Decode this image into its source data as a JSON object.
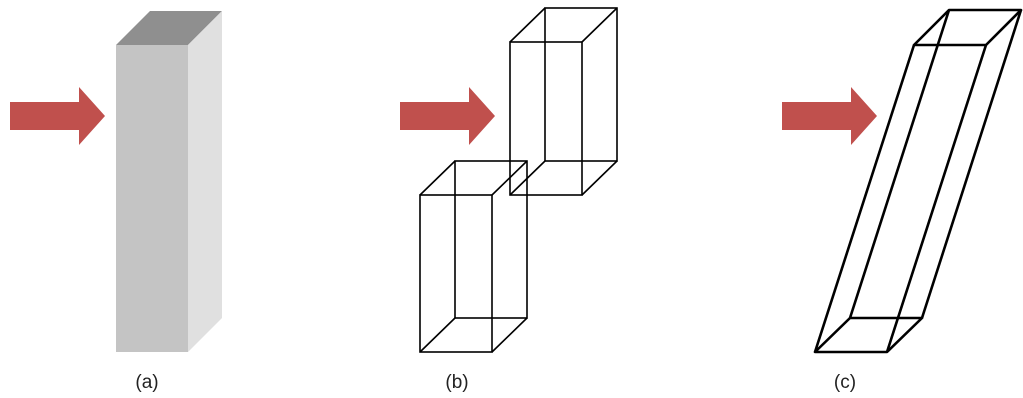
{
  "colors": {
    "arrow": "#c0504d",
    "box_front": "#c4c4c4",
    "box_side": "#e0e0e0",
    "box_top": "#8f8f8f",
    "wireframe": "#000000",
    "background": "#ffffff"
  },
  "panels": [
    {
      "label": "(a)",
      "shape": "solid-shaded-prism"
    },
    {
      "label": "(b)",
      "shape": "two-offset-wireframe-prisms"
    },
    {
      "label": "(c)",
      "shape": "slanted-wireframe-prism"
    }
  ]
}
